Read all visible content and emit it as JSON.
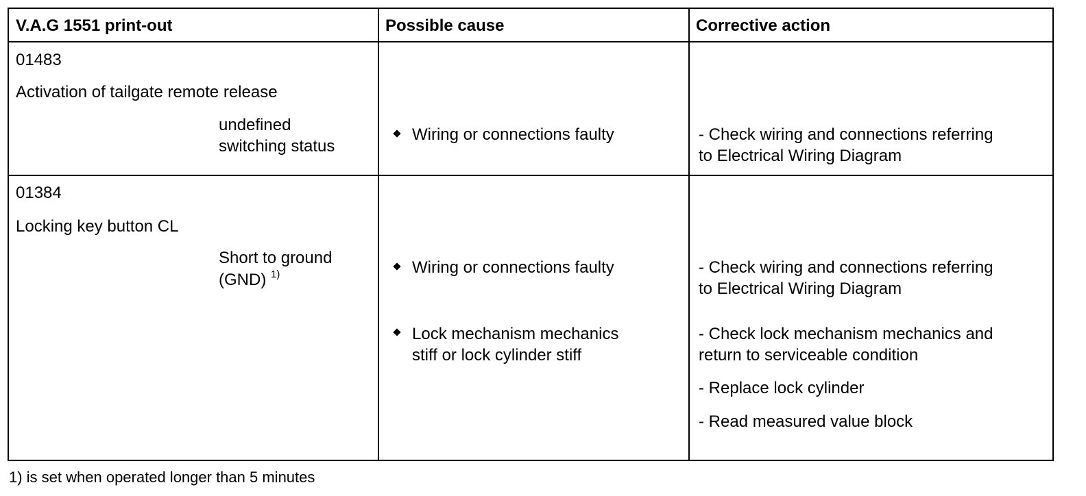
{
  "headers": {
    "printout": "V.A.G 1551 print-out",
    "cause": "Possible cause",
    "action": "Corrective action"
  },
  "rows": [
    {
      "code": "01483",
      "description": "Activation of tailgate remote release",
      "status_line1": "undefined",
      "status_line2": "switching status",
      "causes": [
        {
          "line1": "Wiring or connections faulty",
          "line2": ""
        }
      ],
      "actions": [
        {
          "line1": "- Check wiring and connections referring",
          "line2": "to Electrical Wiring Diagram"
        }
      ]
    },
    {
      "code": "01384",
      "description": "Locking key button CL",
      "status_line1": "Short to ground",
      "status_line2": "(GND)",
      "status_sup": "1)",
      "causes": [
        {
          "line1": "Wiring or connections faulty",
          "line2": ""
        },
        {
          "line1": "Lock mechanism mechanics",
          "line2": "stiff or lock cylinder stiff"
        }
      ],
      "actions": [
        {
          "line1": "- Check wiring and connections referring",
          "line2": "to Electrical Wiring Diagram"
        },
        {
          "line1": "- Check lock mechanism mechanics and",
          "line2": "return to serviceable condition"
        },
        {
          "line1": "- Replace lock cylinder",
          "line2": ""
        },
        {
          "line1": "- Read measured value block",
          "line2": ""
        }
      ]
    }
  ],
  "footnote": "1) is set when operated longer than 5 minutes",
  "bullet_icon": "diamond-bullet-icon"
}
